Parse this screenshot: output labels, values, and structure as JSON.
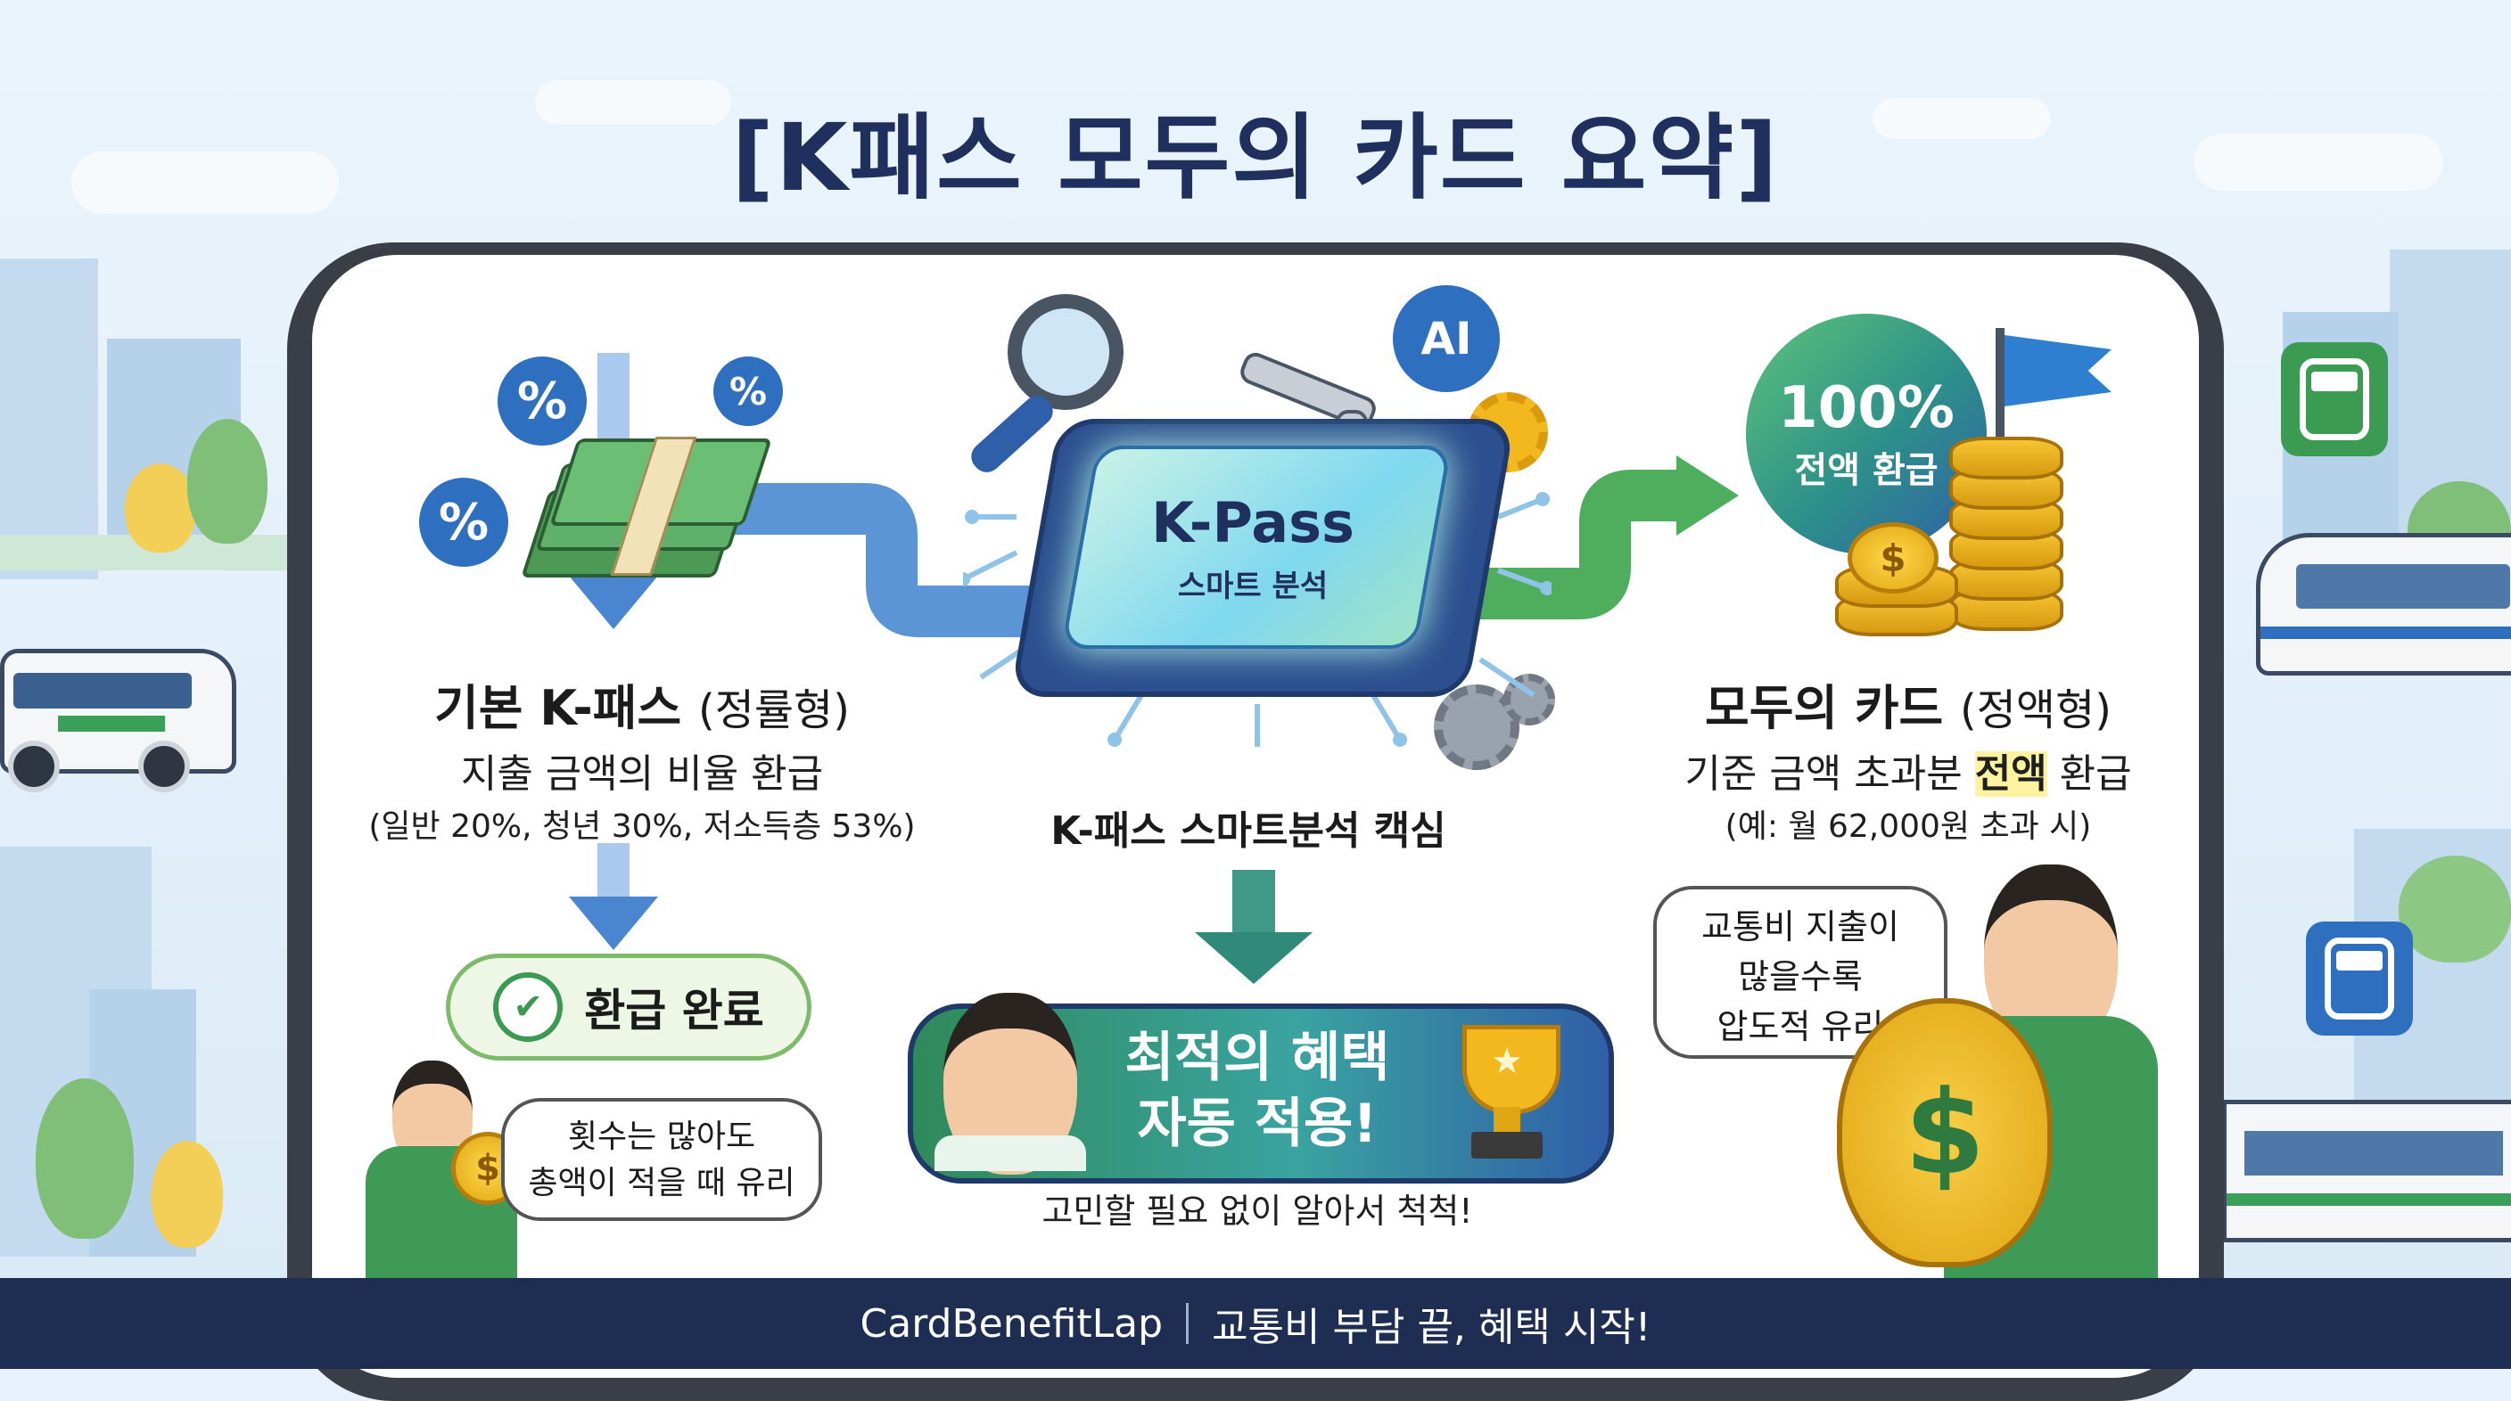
{
  "title": "[K패스 모두의 카드 요약]",
  "left": {
    "header_main": "기본 K-패스",
    "header_type": "(정률형)",
    "line1": "지출 금액의 비율 환급",
    "line2": "(일반 20%, 청년 30%, 저소득층 53%)",
    "refund_button": "환급 완료",
    "bubble_line1": "횟수는 많아도",
    "bubble_line2": "총액이 적을 때 유리",
    "percent_symbol": "%"
  },
  "center": {
    "chip_title": "K-Pass",
    "chip_subtitle": "스마트 분석",
    "ai_label": "AI",
    "caption": "K-패스 스마트분석 캑심",
    "banner_line1": "최적의 혜택",
    "banner_line2": "자동 적용!",
    "banner_caption": "고민할 필요 없이 알아서 척척!"
  },
  "right": {
    "badge_line1": "100%",
    "badge_line2": "전액 환급",
    "header_main": "모두의 카드",
    "header_type": "(정액형)",
    "line1_prefix": "기준 금액 초과분 ",
    "line1_highlight": "전액",
    "line1_suffix": " 환급",
    "line2": "(예: 월 62,000원 초과 시)",
    "bubble_line1": "교통비 지출이",
    "bubble_line2": "많을수록",
    "bubble_line3": "압도적 유리",
    "dollar_symbol": "$"
  },
  "footer": {
    "brand": "CardBenefitLap",
    "tagline": "교통비 부담 끝, 혜택 시작!"
  },
  "colors": {
    "title": "#1f2f5e",
    "footer_bg": "#1e2d52",
    "blue_flow": "#4a86cf",
    "green_flow": "#3a9a52",
    "teal_arrow": "#2f8a7a",
    "highlight": "#fff3a0",
    "money_green": "#4c9a55",
    "coin_gold": "#f2b81e"
  },
  "icons": [
    "percent-icon",
    "money-stack-icon",
    "magnifier-icon",
    "robot-arm-icon",
    "gear-icon",
    "ai-gear-icon",
    "chip-icon",
    "coin-stack-icon",
    "flag-icon",
    "trophy-icon",
    "check-icon",
    "money-bag-icon",
    "train-icon",
    "bus-icon"
  ]
}
